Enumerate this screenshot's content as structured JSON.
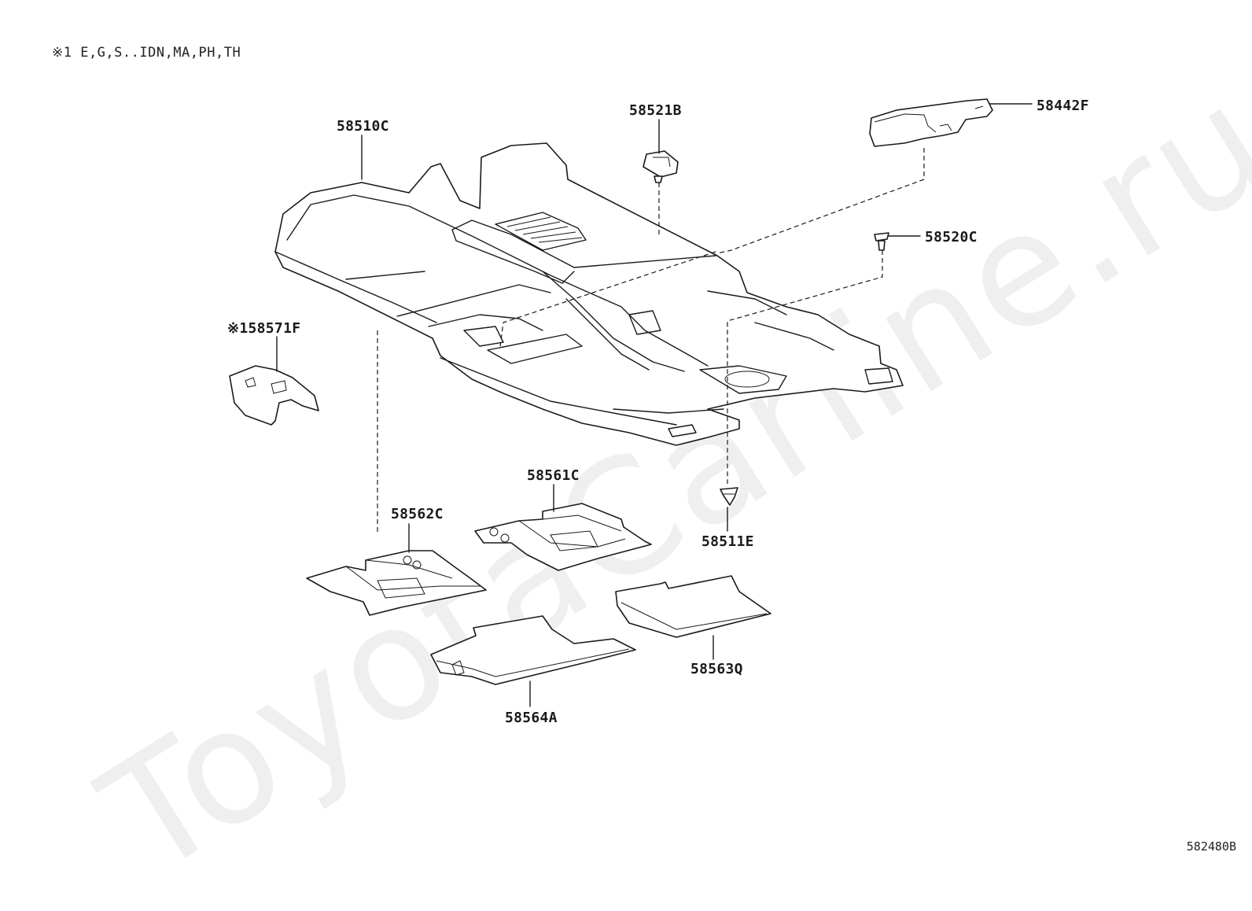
{
  "note": "※1 E,G,S..IDN,MA,PH,TH",
  "diagram_code": "582480B",
  "watermark": "ToyotaCarline.ru",
  "parts": {
    "p58510C": "58510C",
    "p58521B": "58521B",
    "p58442F": "58442F",
    "p58520C": "58520C",
    "p58571F": "※158571F",
    "p58511E": "58511E",
    "p58561C": "58561C",
    "p58562C": "58562C",
    "p58563Q": "58563Q",
    "p58564A": "58564A"
  }
}
